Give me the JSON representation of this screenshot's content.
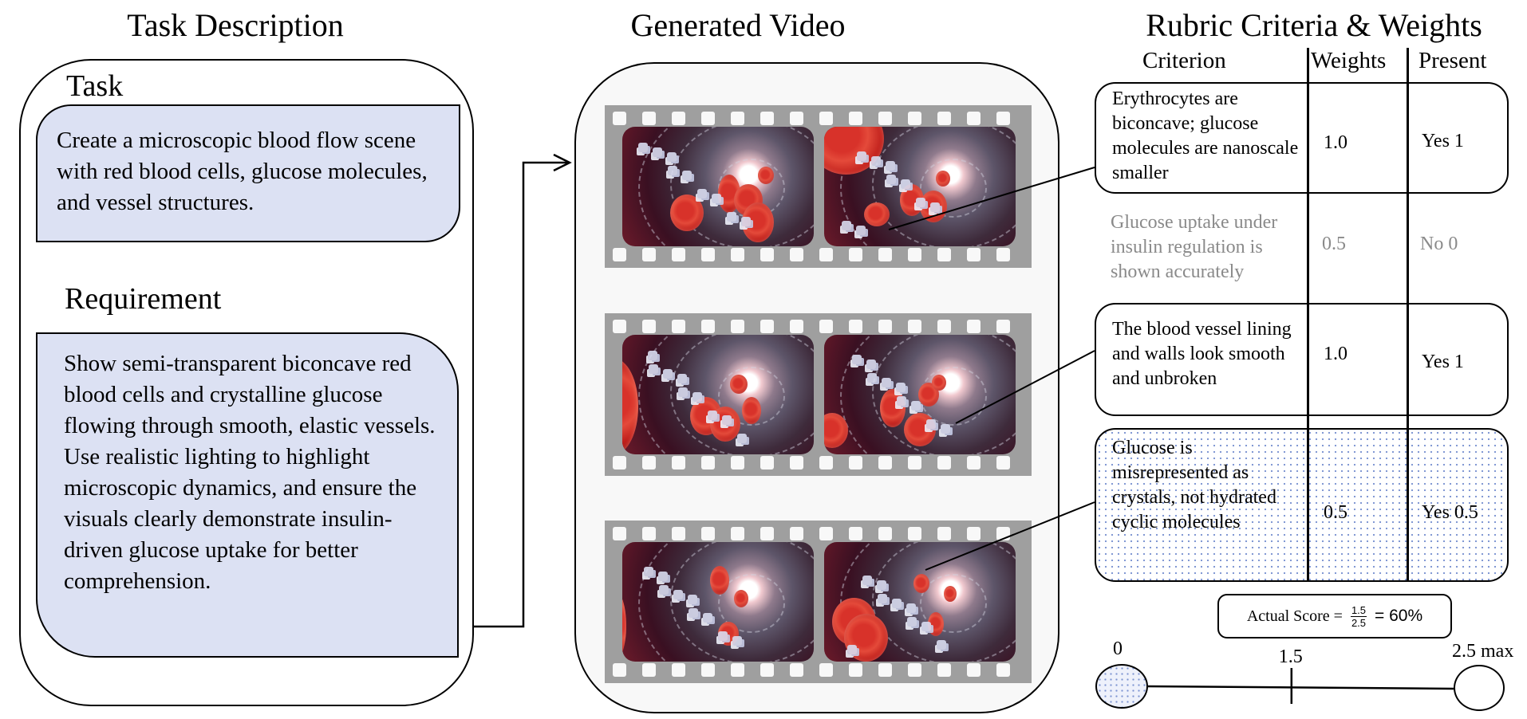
{
  "titles": {
    "task_description": "Task Description",
    "generated_video": "Generated Video",
    "rubric": "Rubric Criteria & Weights"
  },
  "task": {
    "label": "Task",
    "text": "Create a microscopic blood flow scene with red blood cells, glucose molecules, and vessel structures."
  },
  "requirement": {
    "label": "Requirement",
    "text": "Show semi-transparent biconcave red blood cells and crystalline glucose flowing through smooth, elastic vessels. Use realistic lighting to highlight microscopic dynamics, and ensure the visuals clearly demonstrate insulin-driven glucose uptake for better comprehension."
  },
  "video": {
    "strips": [
      {
        "frames": [
          "frame-1a",
          "frame-1b"
        ]
      },
      {
        "frames": [
          "frame-2a",
          "frame-2b"
        ]
      },
      {
        "frames": [
          "frame-3a",
          "frame-3b"
        ]
      }
    ]
  },
  "rubric": {
    "columns": [
      "Criterion",
      "Weights",
      "Present"
    ],
    "rows": [
      {
        "criterion": "Erythrocytes are biconcave; glucose molecules are nanoscale smaller",
        "weight": "1.0",
        "present": "Yes 1",
        "style": "boxed"
      },
      {
        "criterion": "Glucose uptake under insulin regulation is shown accurately",
        "weight": "0.5",
        "present": "No 0",
        "style": "muted"
      },
      {
        "criterion": "The blood vessel lining and walls look smooth and unbroken",
        "weight": "1.0",
        "present": "Yes 1",
        "style": "boxed"
      },
      {
        "criterion": "Glucose is misrepresented as crystals, not hydrated cyclic molecules",
        "weight": "0.5",
        "present": "Yes 0.5",
        "style": "boxed-dotted"
      }
    ]
  },
  "score": {
    "label": "Actual Score =",
    "numerator": "1.5",
    "denominator": "2.5",
    "result": "= 60%",
    "fraction": 0.6
  },
  "scale": {
    "min_label": "0",
    "mid_label": "1.5",
    "max_label": "2.5 max",
    "min": 0,
    "value": 1.5,
    "max": 2.5
  },
  "colors": {
    "description_fill": "#dce1f3",
    "panel_fill": "#f8f8f8",
    "film_strip": "#9f9f9f",
    "muted_text": "#8a8a8a",
    "dot_pattern": "#7b93d1"
  }
}
